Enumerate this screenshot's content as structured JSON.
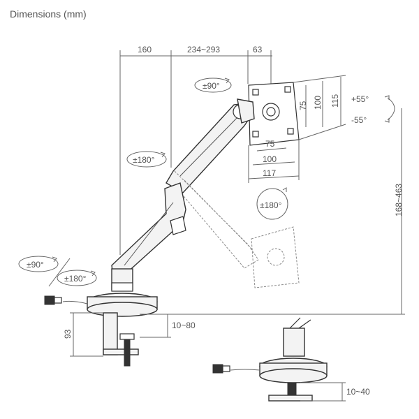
{
  "title": "Dimensions (mm)",
  "labels": {
    "w160": "160",
    "w234": "234~293",
    "w63": "63",
    "rot90top": "±90°",
    "tilt_up": "+55°",
    "tilt_down": "-55°",
    "v75": "75",
    "v100": "100",
    "v115": "115",
    "h75": "75",
    "h100": "100",
    "h117": "117",
    "rot180_left": "±180°",
    "rot180_right": "±180°",
    "height_range": "168~463",
    "rot90_base": "±90°",
    "rot180_base": "±180°",
    "clamp_height": "93",
    "clamp_range": "10~80",
    "grommet_range": "10~40"
  }
}
